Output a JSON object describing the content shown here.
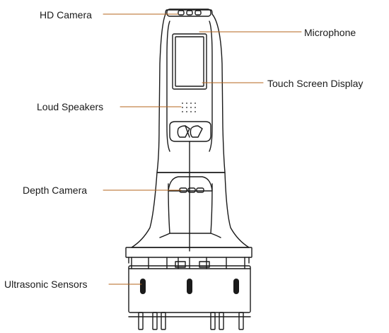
{
  "labels": {
    "hd_camera": "HD Camera",
    "microphone": "Microphone",
    "touch_screen": "Touch Screen Display",
    "loud_speakers": "Loud Speakers",
    "depth_camera": "Depth Camera",
    "ultrasonic_sensors": "Ultrasonic Sensors"
  },
  "colors": {
    "outline": "#1a1a1a",
    "leader_line": "#b5651d",
    "sensor_fill": "#1a1a1a"
  }
}
